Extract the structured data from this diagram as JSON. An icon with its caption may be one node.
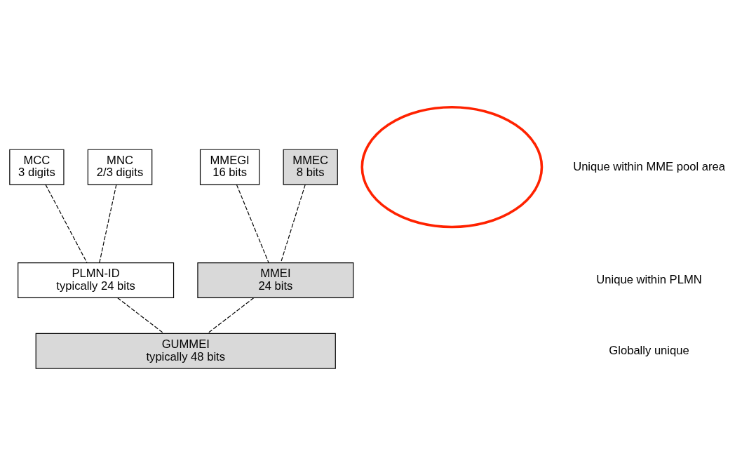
{
  "diagram": {
    "nodes": [
      {
        "text": [
          "MCC",
          "3 digits"
        ]
      },
      {
        "text": [
          "MNC",
          "2/3 digits"
        ]
      },
      {
        "text": [
          "MMEGI",
          "16 bits"
        ]
      },
      {
        "text": [
          "MMEC",
          "8 bits"
        ]
      },
      {
        "text": [
          "PLMN-ID",
          "typically 24 bits"
        ]
      },
      {
        "text": [
          "MMEI",
          "24 bits"
        ]
      },
      {
        "text": [
          "GUMMEI",
          "typically 48 bits"
        ]
      },
      {
        "text": [],
        "shape": "ellipse"
      }
    ],
    "edges": [
      {
        "from": 0,
        "to": 4,
        "arrow": "none",
        "style": "dashed"
      },
      {
        "from": 1,
        "to": 4,
        "arrow": "none",
        "style": "dashed"
      },
      {
        "from": 2,
        "to": 5,
        "arrow": "none",
        "style": "dashed"
      },
      {
        "from": 3,
        "to": 5,
        "arrow": "none",
        "style": "dashed"
      },
      {
        "from": 4,
        "to": 6,
        "arrow": "none",
        "style": "dashed"
      },
      {
        "from": 5,
        "to": 6,
        "arrow": "none",
        "style": "dashed"
      }
    ],
    "labels": [
      "Unique within MME pool area",
      "Unique within PLMN",
      "Globally unique"
    ]
  }
}
